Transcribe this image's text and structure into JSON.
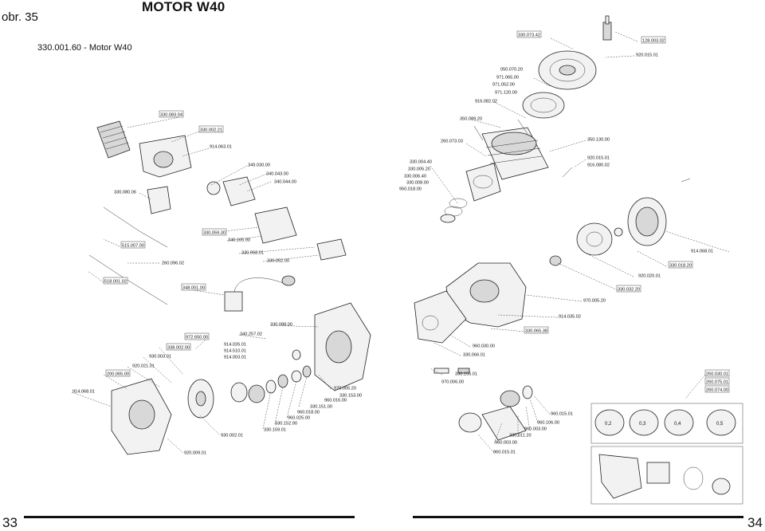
{
  "header": {
    "figure_ref": "obr. 35",
    "title": "MOTOR W40",
    "subtitle": "330.001.60 - Motor W40"
  },
  "footer": {
    "left_page": "33",
    "right_page": "34"
  },
  "part_labels": [
    "330.073.42",
    "128.003.02",
    "920.015.01",
    "050.070.20",
    "971.065.00",
    "971.052.00",
    "971.120.00",
    "916.082.02",
    "350.089.20",
    "260.073.03",
    "350.130.00",
    "920.015.01",
    "916.080.02",
    "330.004.40",
    "330.005.20",
    "330.006.40",
    "330.008.00",
    "950.018.00",
    "330.083.04",
    "330.002.21",
    "914.063.01",
    "349.030.00",
    "340.043.00",
    "340.044.00",
    "330.080.06",
    "330.059.30",
    "340.165.90",
    "330.058.01",
    "330.052.00",
    "515.007.00",
    "260.096.02",
    "914.068.01",
    "920.020.01",
    "330.018.20",
    "518.001.02",
    "348.001.00",
    "970.005.20",
    "330.032.20",
    "914.035.02",
    "330.065.38",
    "330.088.00",
    "340.257.02",
    "972.650.00",
    "914.026.01",
    "914.510.01",
    "914.003.01",
    "338.002.00",
    "930.003.01",
    "920.021.01",
    "200.065.00",
    "960.030.00",
    "330.066.01",
    "330.155.01",
    "970.006.00",
    "970.005.20",
    "330.153.00",
    "960.016.00",
    "330.151.00",
    "960.018.00",
    "960.025.00",
    "330.152.90",
    "330.159.01",
    "914.068.01",
    "930.002.01",
    "920.009.01",
    "960.015.01",
    "960.106.00",
    "960.003.00",
    "330.011.20",
    "960.003.00",
    "960.015.01",
    "260.030.01",
    "260.075.01",
    "260.074.00"
  ],
  "gasket_labels": [
    "0,2",
    "0,3",
    "0,4",
    "0,5"
  ]
}
